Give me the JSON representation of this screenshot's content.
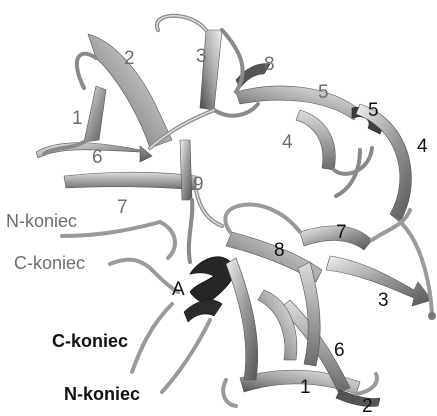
{
  "labels": {
    "n_term_top": "N-koniec",
    "c_term_top": "C-koniec",
    "c_term_bottom": "C-koniec",
    "n_term_bottom": "N-koniec",
    "domain1_strand1": "1",
    "domain1_strand2": "2",
    "domain1_strand3": "3",
    "domain1_strand4": "4",
    "domain1_strand5": "5",
    "domain1_strand6": "6",
    "domain1_strand7": "7",
    "domain1_strand8": "8",
    "domain1_strand9": "9",
    "domain2_strand1": "1",
    "domain2_strand2": "2",
    "domain2_strand3": "3",
    "domain2_strand4": "4",
    "domain2_strand5": "5",
    "domain2_strand6": "6",
    "domain2_strand7": "7",
    "domain2_strand8": "8",
    "helix_a": "A"
  },
  "colors": {
    "ribbon_light": "#e8e8e8",
    "ribbon_mid": "#a8a8a8",
    "ribbon_dark": "#4a4a4a",
    "helix": "#262626",
    "label_gray": "#6e6e6e",
    "label_black": "#111111"
  }
}
